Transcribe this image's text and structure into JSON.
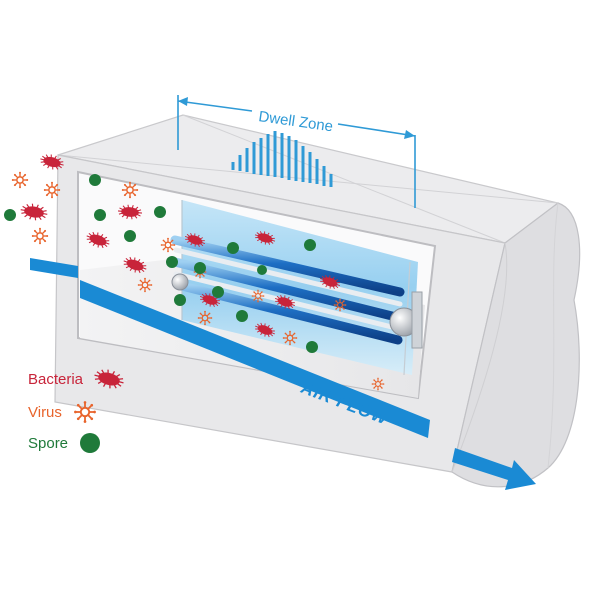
{
  "dwell_zone": {
    "label": "Dwell Zone"
  },
  "airflow": {
    "label": "AIR FLOW"
  },
  "legend": [
    {
      "label": "Bacteria",
      "icon": "bacteria-icon",
      "color": "#c8243a"
    },
    {
      "label": "Virus",
      "icon": "virus-icon",
      "color": "#e8642c"
    },
    {
      "label": "Spore",
      "icon": "spore-icon",
      "color": "#1f7a3a"
    }
  ],
  "colors": {
    "accent_blue": "#1a8ad4",
    "dwell_blue": "#2f9ad6",
    "duct_gray": "#e4e4e6",
    "bacteria": "#c8243a",
    "virus": "#e8642c",
    "spore": "#1f7a3a"
  }
}
